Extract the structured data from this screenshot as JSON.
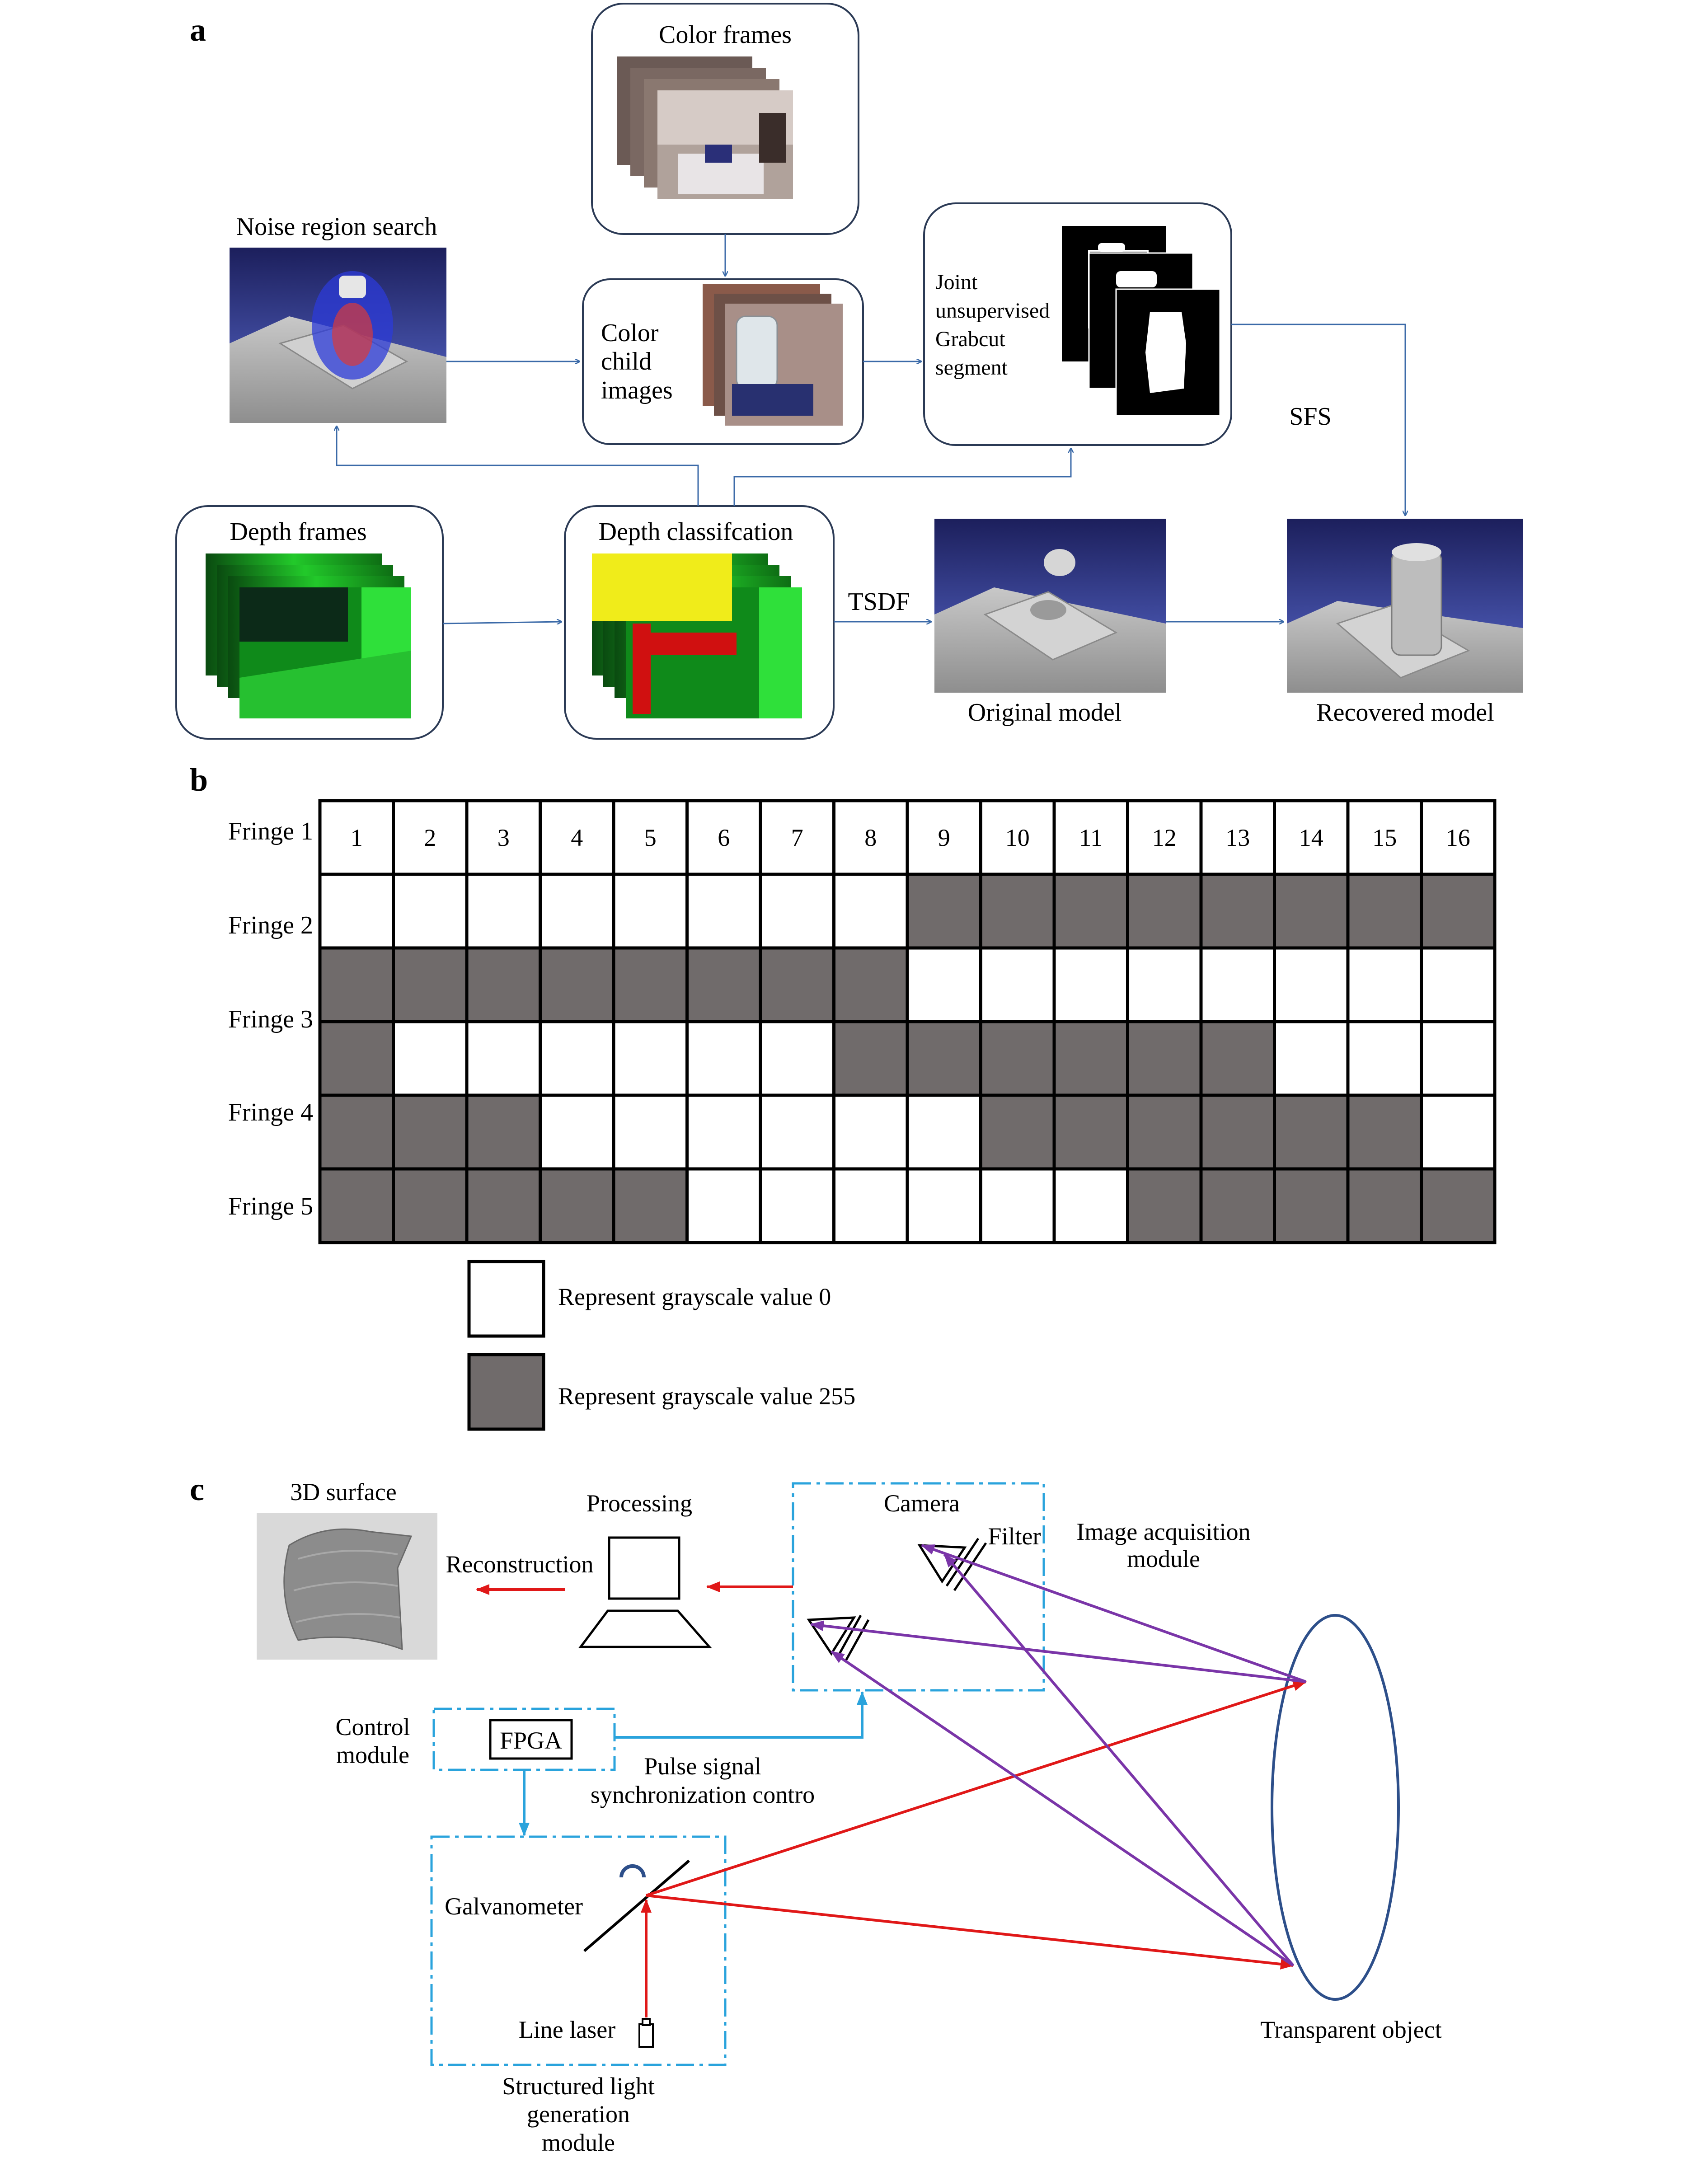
{
  "panel_a": {
    "label": "a",
    "color_frames": "Color frames",
    "noise_region_search": "Noise region search",
    "color_child_images": [
      "Color",
      "child",
      "images"
    ],
    "grabcut_text": [
      "Joint",
      "unsupervised",
      "Grabcut",
      "segment"
    ],
    "sfs": "SFS",
    "depth_frames": "Depth frames",
    "depth_classification": "Depth classifcation",
    "tsdf": "TSDF",
    "original_model": "Original model",
    "recovered_model": "Recovered model"
  },
  "panel_b": {
    "label": "b",
    "columns": [
      "1",
      "2",
      "3",
      "4",
      "5",
      "6",
      "7",
      "8",
      "9",
      "10",
      "11",
      "12",
      "13",
      "14",
      "15",
      "16"
    ],
    "row_labels": [
      "Fringe 1",
      "Fringe 2",
      "Fringe 3",
      "Fringe 4",
      "Fringe 5"
    ],
    "pattern": [
      "0000000011111111",
      "1111111100000000",
      "1000000111111000",
      "1110000001111110",
      "1111100000011111"
    ],
    "legend_white": "Represent grayscale value 0",
    "legend_gray": "Represent grayscale value 255"
  },
  "panel_c": {
    "label": "c",
    "surface_3d": "3D surface",
    "processing": "Processing",
    "reconstruction": "Reconstruction",
    "camera": "Camera",
    "filter": "Filter",
    "image_acq": [
      "Image acquisition",
      "module"
    ],
    "control_module": [
      "Control",
      "module"
    ],
    "fpga": "FPGA",
    "pulse": [
      "Pulse signal",
      "synchronization contro"
    ],
    "galvanometer": "Galvanometer",
    "line_laser": "Line laser",
    "structured": [
      "Structured light",
      "generation",
      "module"
    ],
    "transparent_object": "Transparent object"
  },
  "colors": {
    "box_border": "#2b3a55",
    "arrow_blue": "#3b6aa8",
    "gray_cell": "#706b6b",
    "red": "#e01818",
    "purple": "#7a35a8",
    "dash_blue": "#2aa3dc",
    "ellipse": "#2d4f8a"
  }
}
